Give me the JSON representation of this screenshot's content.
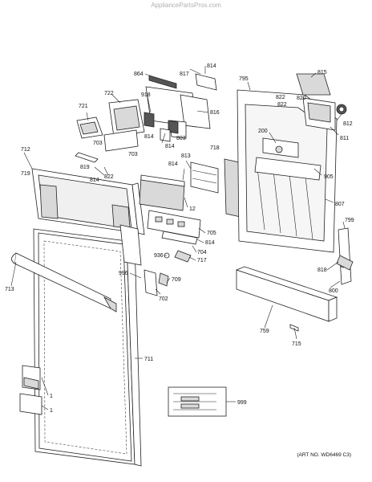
{
  "watermark": "AppliancePartsPros.com",
  "art_number": "(ART NO. WD6469 C3)",
  "callouts": [
    {
      "id": "c864",
      "text": "864"
    },
    {
      "id": "c817",
      "text": "817"
    },
    {
      "id": "c814a",
      "text": "814"
    },
    {
      "id": "c795",
      "text": "795"
    },
    {
      "id": "c815",
      "text": "815"
    },
    {
      "id": "c721",
      "text": "721"
    },
    {
      "id": "c722",
      "text": "722"
    },
    {
      "id": "c918",
      "text": "918"
    },
    {
      "id": "c816",
      "text": "816"
    },
    {
      "id": "c822a",
      "text": "822"
    },
    {
      "id": "c822b",
      "text": "822"
    },
    {
      "id": "c820",
      "text": "820"
    },
    {
      "id": "c812",
      "text": "812"
    },
    {
      "id": "c811",
      "text": "811"
    },
    {
      "id": "c200",
      "text": "200"
    },
    {
      "id": "c814b",
      "text": "814"
    },
    {
      "id": "c803",
      "text": "803"
    },
    {
      "id": "c703a",
      "text": "703"
    },
    {
      "id": "c814c",
      "text": "814"
    },
    {
      "id": "c712",
      "text": "712"
    },
    {
      "id": "c703b",
      "text": "703"
    },
    {
      "id": "c718",
      "text": "718"
    },
    {
      "id": "c813",
      "text": "813"
    },
    {
      "id": "c819",
      "text": "819"
    },
    {
      "id": "c719",
      "text": "719"
    },
    {
      "id": "c814d",
      "text": "814"
    },
    {
      "id": "c822c",
      "text": "822"
    },
    {
      "id": "c814e",
      "text": "814"
    },
    {
      "id": "c905",
      "text": "905"
    },
    {
      "id": "c807",
      "text": "807"
    },
    {
      "id": "c12",
      "text": "12"
    },
    {
      "id": "c705",
      "text": "705"
    },
    {
      "id": "c799",
      "text": "799"
    },
    {
      "id": "c814f",
      "text": "814"
    },
    {
      "id": "c704",
      "text": "704"
    },
    {
      "id": "c936",
      "text": "936"
    },
    {
      "id": "c717",
      "text": "717"
    },
    {
      "id": "c818",
      "text": "818"
    },
    {
      "id": "c713",
      "text": "713"
    },
    {
      "id": "c996",
      "text": "996"
    },
    {
      "id": "c709",
      "text": "709"
    },
    {
      "id": "c702",
      "text": "702"
    },
    {
      "id": "c800",
      "text": "800"
    },
    {
      "id": "c759",
      "text": "759"
    },
    {
      "id": "c715",
      "text": "715"
    },
    {
      "id": "c711",
      "text": "711"
    },
    {
      "id": "c1a",
      "text": "1"
    },
    {
      "id": "c1b",
      "text": "1"
    },
    {
      "id": "c999",
      "text": "999"
    }
  ]
}
